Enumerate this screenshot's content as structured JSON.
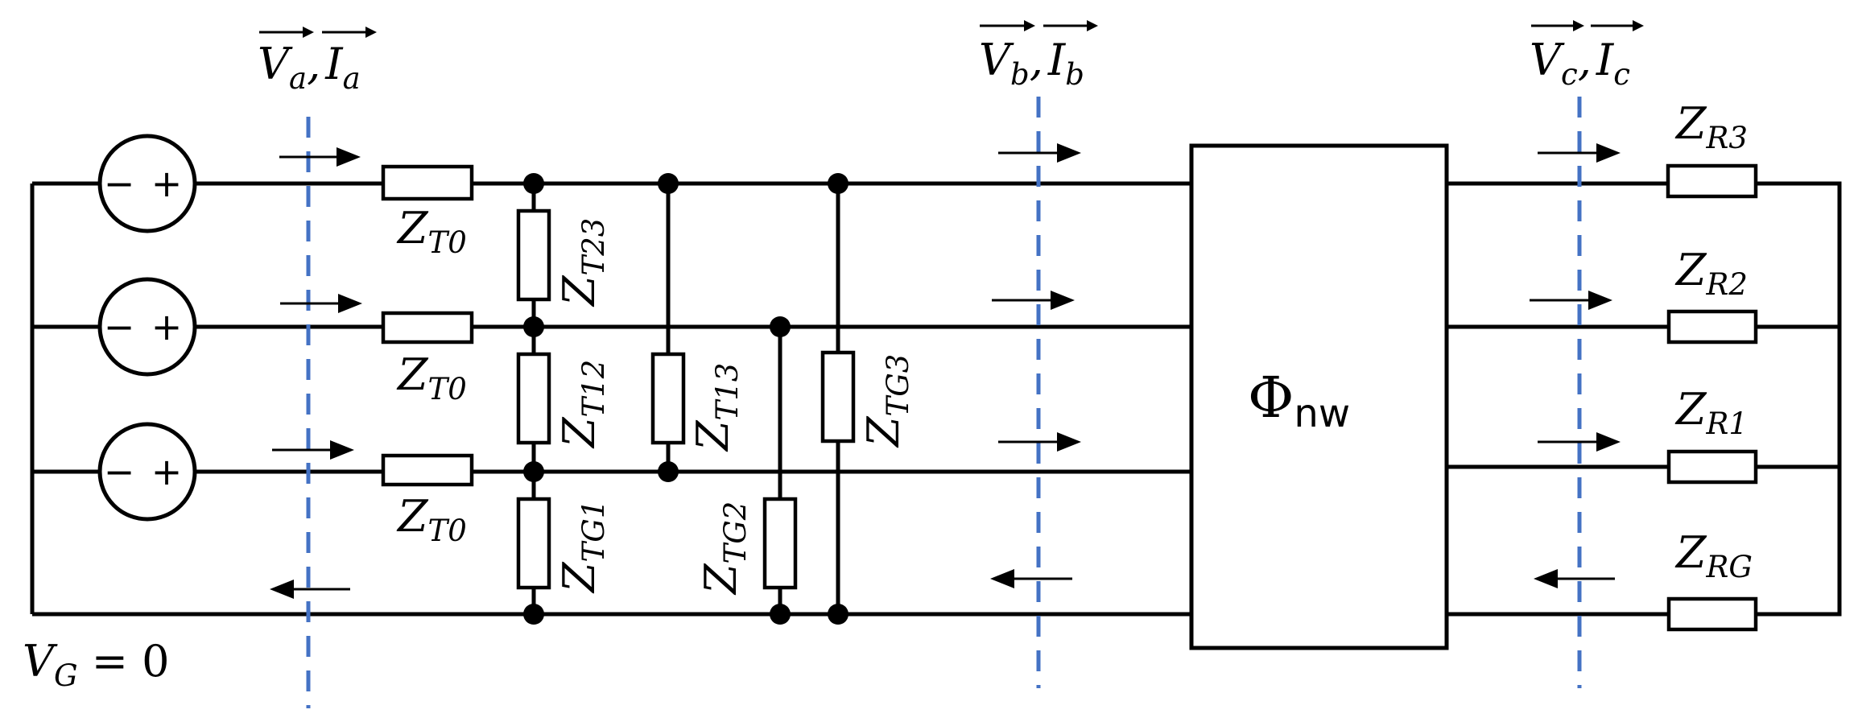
{
  "colors": {
    "cut_line": "#4472C4",
    "ink": "#000000"
  },
  "cuts": [
    {
      "name": "cut-a",
      "v_main": "V",
      "v_sub": "a",
      "sep": ",",
      "i_main": "I",
      "i_sub": "a"
    },
    {
      "name": "cut-b",
      "v_main": "V",
      "v_sub": "b",
      "sep": ",",
      "i_main": "I",
      "i_sub": "b"
    },
    {
      "name": "cut-c",
      "v_main": "V",
      "v_sub": "c",
      "sep": ",",
      "i_main": "I",
      "i_sub": "c"
    }
  ],
  "sources": [
    {
      "minus": "−",
      "plus": "+"
    },
    {
      "minus": "−",
      "plus": "+"
    },
    {
      "minus": "−",
      "plus": "+"
    }
  ],
  "resistors": [
    {
      "id": "zt0-1",
      "main": "Z",
      "sub": "T0"
    },
    {
      "id": "zt0-2",
      "main": "Z",
      "sub": "T0"
    },
    {
      "id": "zt0-3",
      "main": "Z",
      "sub": "T0"
    },
    {
      "id": "zt23",
      "main": "Z",
      "sub": "T23"
    },
    {
      "id": "zt12",
      "main": "Z",
      "sub": "T12"
    },
    {
      "id": "zt13",
      "main": "Z",
      "sub": "T13"
    },
    {
      "id": "ztg1",
      "main": "Z",
      "sub": "TG1"
    },
    {
      "id": "ztg2",
      "main": "Z",
      "sub": "TG2"
    },
    {
      "id": "ztg3",
      "main": "Z",
      "sub": "TG3"
    },
    {
      "id": "zr3",
      "main": "Z",
      "sub": "R3"
    },
    {
      "id": "zr2",
      "main": "Z",
      "sub": "R2"
    },
    {
      "id": "zr1",
      "main": "Z",
      "sub": "R1"
    },
    {
      "id": "zrg",
      "main": "Z",
      "sub": "RG"
    }
  ],
  "network_block": {
    "main": "Φ",
    "sub": "nw"
  },
  "ground": {
    "main": "V",
    "sub": "G",
    "rest": " = 0"
  }
}
